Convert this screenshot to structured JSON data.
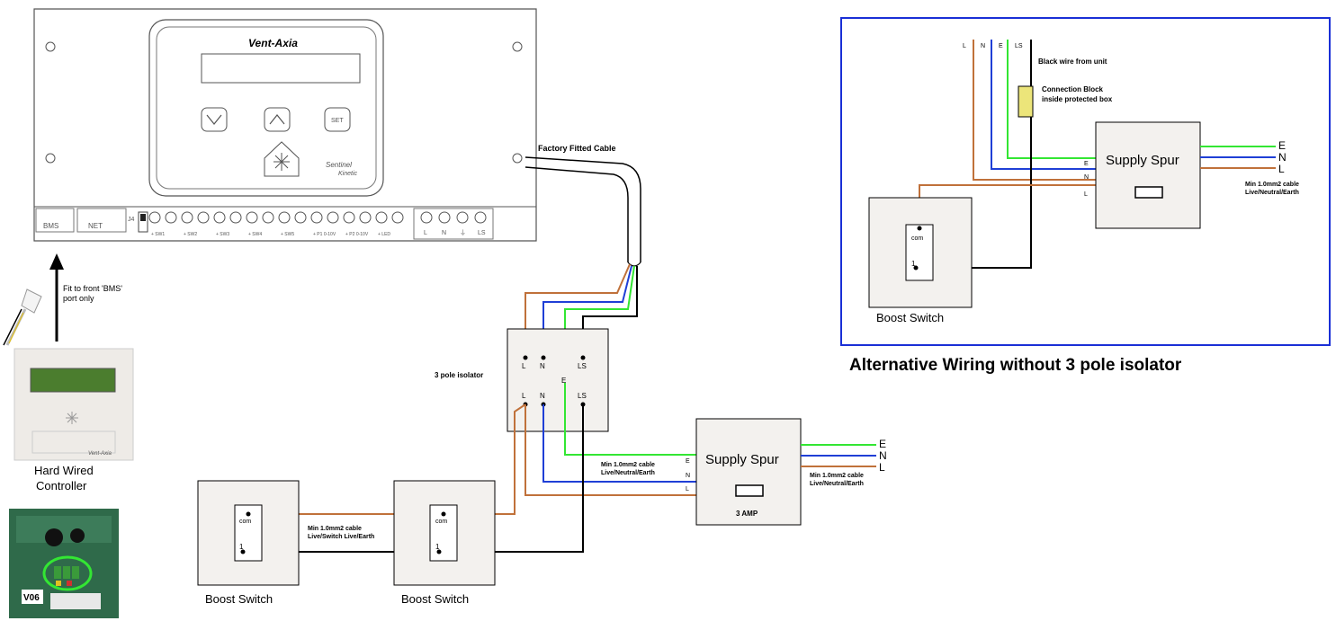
{
  "unit": {
    "brand": "Vent-Axia",
    "model_line1": "Sentinel",
    "model_line2": "Kinetic",
    "button_set": "SET",
    "port_bms": "BMS",
    "port_net": "NET",
    "terminal_labels": [
      "+ SW1",
      "+ SW2",
      "+ SW3",
      "+ SW4",
      "+ SW5",
      "+ P1 0-10V",
      "+ P2 0-10V",
      "+ LED"
    ],
    "mains_terminal_labels": [
      "L",
      "N",
      "⏚",
      "LS"
    ],
    "j4_label": "J4"
  },
  "labels": {
    "factory_cable": "Factory Fitted Cable",
    "fit_front_line1": "Fit to front 'BMS'",
    "fit_front_line2": "port only",
    "controller_line1": "Hard Wired",
    "controller_line2": "Controller",
    "controller_brand": "Vent-Axia",
    "pcb_version": "V06",
    "isolator": "3 pole isolator",
    "isolator_terms_top": [
      "L",
      "N",
      "E",
      "LS"
    ],
    "isolator_terms_bottom": [
      "L",
      "N",
      "LS"
    ],
    "isolator_e_bottom": "E",
    "supply_spur": "Supply Spur",
    "spur_amp": "3 AMP",
    "spur_terms": [
      "E",
      "N",
      "L"
    ],
    "spur_out": [
      "E",
      "N",
      "L"
    ],
    "cable_spec1_line1": "Min 1.0mm2 cable",
    "cable_spec1_line2": "Live/Neutral/Earth",
    "cable_spec2_line1": "Min 1.0mm2 cable",
    "cable_spec2_line2": "Live/Neutral/Earth",
    "cable_spec3_line1": "Min 1.0mm2 cable",
    "cable_spec3_line2": "Live/Switch Live/Earth",
    "boost_switch": "Boost Switch",
    "switch_com": "com",
    "switch_one": "1"
  },
  "alternative": {
    "title": "Alternative Wiring without 3 pole isolator",
    "top_terms": [
      "L",
      "N",
      "E",
      "LS"
    ],
    "black_wire": "Black wire from unit",
    "block_line1": "Connection Block",
    "block_line2": "inside protected box",
    "supply_spur": "Supply Spur",
    "spur_terms": [
      "E",
      "N",
      "L"
    ],
    "spur_out": [
      "E",
      "N",
      "L"
    ],
    "cable_spec_line1": "Min 1.0mm2 cable",
    "cable_spec_line2": "Live/Neutral/Earth",
    "boost_switch": "Boost Switch",
    "switch_com": "com",
    "switch_one": "1"
  },
  "colors": {
    "live": "#c0713a",
    "neutral": "#1f3fd6",
    "earth": "#33e633",
    "switch_live": "#000000",
    "panel_border": "#1a2fd6",
    "box_fill": "#f3f1ee",
    "block_fill": "#ece57a"
  }
}
